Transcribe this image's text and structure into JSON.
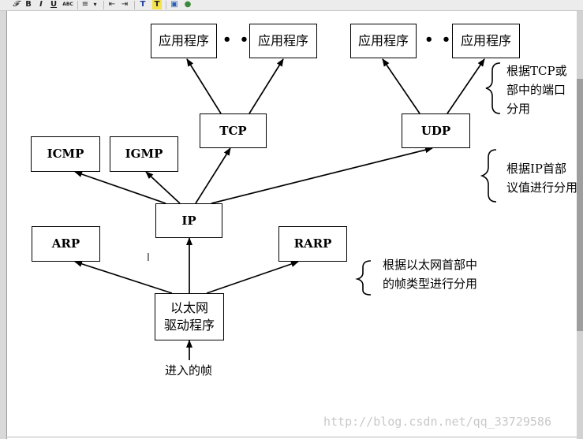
{
  "toolbar": {
    "buttons": [
      {
        "name": "font-button",
        "label": "𝓕"
      },
      {
        "name": "bold-button",
        "label": "B"
      },
      {
        "name": "italic-button",
        "label": "I"
      },
      {
        "name": "underline-button",
        "label": "U"
      },
      {
        "name": "strikethrough-button",
        "label": "ABC"
      },
      {
        "name": "align-button",
        "label": "≡"
      },
      {
        "name": "align-dropdown-button",
        "label": "▾"
      },
      {
        "name": "outdent-button",
        "label": "⇤"
      },
      {
        "name": "indent-button",
        "label": "⇥"
      },
      {
        "name": "text-color-button",
        "label": "T"
      },
      {
        "name": "highlight-button",
        "label": "T"
      },
      {
        "name": "insert-image-button",
        "label": "▣"
      },
      {
        "name": "insert-link-button",
        "label": "●"
      }
    ]
  },
  "diagram": {
    "app_boxes": [
      "应用程序",
      "应用程序",
      "应用程序",
      "应用程序"
    ],
    "ellipsis": "• • •",
    "tcp": "TCP",
    "udp": "UDP",
    "icmp": "ICMP",
    "igmp": "IGMP",
    "ip": "IP",
    "arp": "ARP",
    "rarp": "RARP",
    "ethernet_driver": {
      "line1": "以太网",
      "line2": "驱动程序"
    },
    "incoming_frame": "进入的帧",
    "notes": {
      "port_demux": {
        "line1": "根据TCP或",
        "line2": "部中的端口",
        "line3": "分用"
      },
      "ip_demux": {
        "line1": "根据IP首部",
        "line2": "议值进行分用"
      },
      "ether_demux": {
        "line1": "根据以太网首部中",
        "line2": "的帧类型进行分用"
      }
    }
  },
  "watermark": "http://blog.csdn.net/qq_33729586"
}
